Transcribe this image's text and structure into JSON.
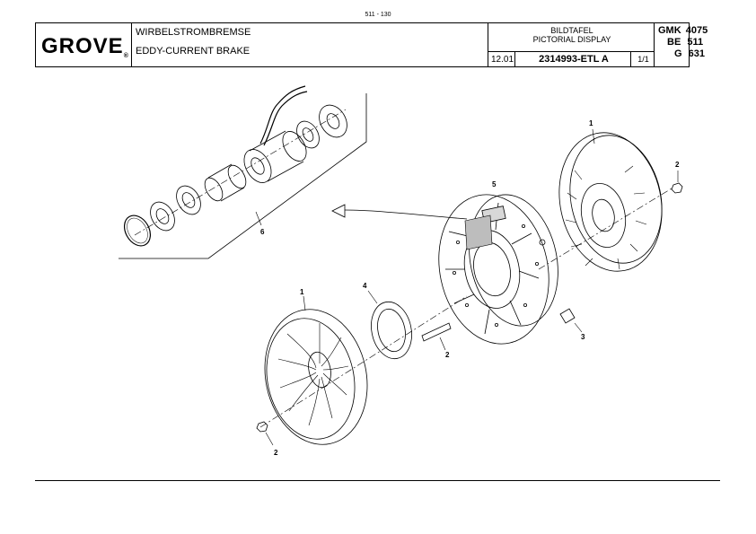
{
  "page_number": "511 - 130",
  "brand": {
    "name": "GROVE",
    "registered": "®"
  },
  "title": {
    "german": "WIRBELSTROMBREMSE",
    "english": "EDDY-CURRENT BRAKE"
  },
  "display": {
    "german": "BILDTAFEL",
    "english": "PICTORIAL DISPLAY"
  },
  "doc": {
    "date": "12.01",
    "part_number": "2314993-ETL A",
    "sheet": "1/1"
  },
  "model": {
    "line1_left": "GMK",
    "line1_right": "4075",
    "line2_left": "BE",
    "line2_right": "511",
    "line3_left": "G",
    "line3_right": "631"
  },
  "callouts": {
    "fan_top": "1",
    "nut_top": "2",
    "connector": "5",
    "inset": "6",
    "plate": "4",
    "fan_bottom": "1",
    "stud": "2",
    "bracket": "3",
    "nut_bottom": "2"
  }
}
